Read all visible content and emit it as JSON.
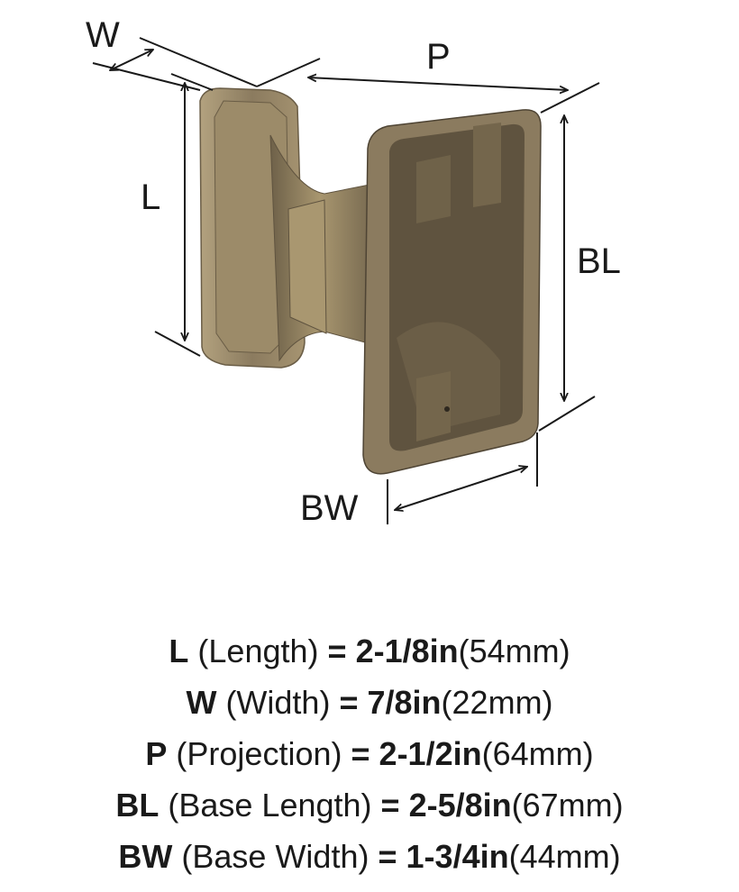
{
  "diagram": {
    "labels": {
      "W": "W",
      "P": "P",
      "L": "L",
      "BL": "BL",
      "BW": "BW"
    },
    "colors": {
      "finish": "#8b7b5f",
      "finish_dark": "#5f533f",
      "finish_light": "#b3a27f",
      "line": "#1a1a1a"
    }
  },
  "specs": [
    {
      "code": "L",
      "name": "(Length)",
      "eq": "=",
      "inches": "2-1/8in",
      "mm": "(54mm)"
    },
    {
      "code": "W",
      "name": "(Width)",
      "eq": "=",
      "inches": "7/8in",
      "mm": "(22mm)"
    },
    {
      "code": "P",
      "name": "(Projection)",
      "eq": "=",
      "inches": "2-1/2in",
      "mm": "(64mm)"
    },
    {
      "code": "BL",
      "name": "(Base Length)",
      "eq": "=",
      "inches": "2-5/8in",
      "mm": "(67mm)"
    },
    {
      "code": "BW",
      "name": "(Base Width)",
      "eq": "=",
      "inches": "1-3/4in",
      "mm": "(44mm)"
    }
  ]
}
